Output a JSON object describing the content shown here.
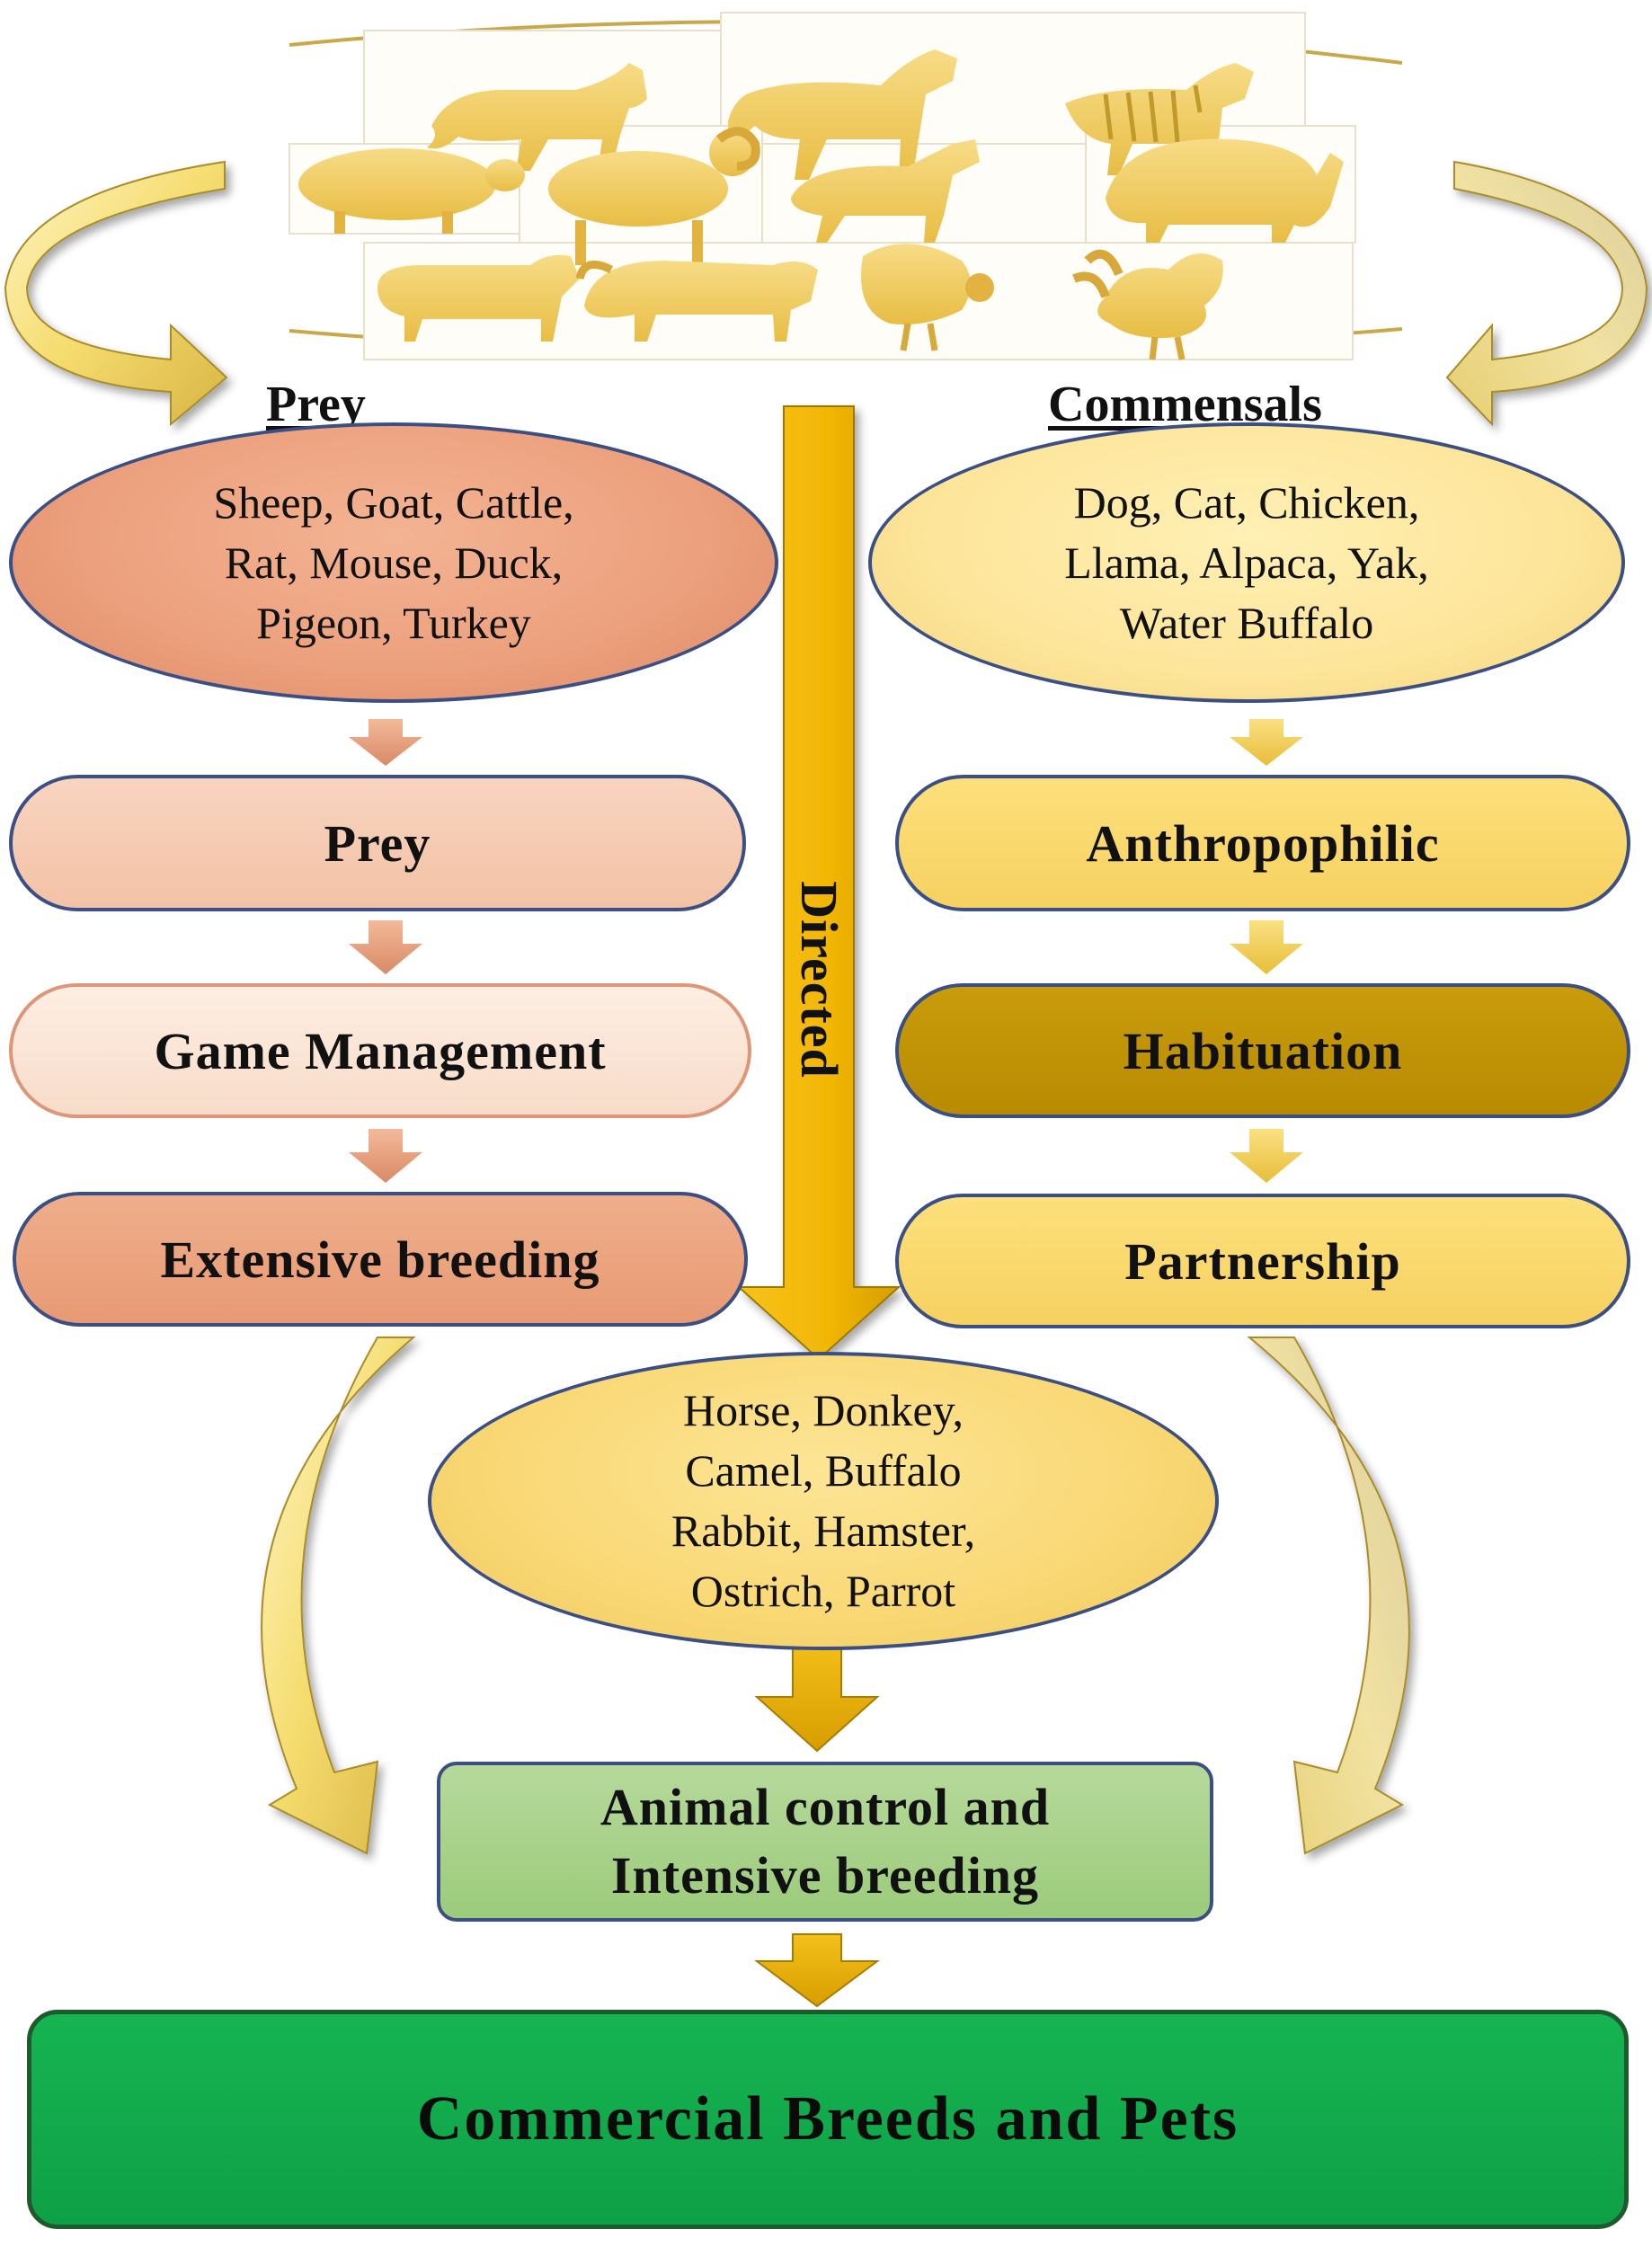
{
  "headings": {
    "prey": "Prey",
    "commensals": "Commensals"
  },
  "prey_path": {
    "species": [
      "Sheep, Goat, Cattle,",
      "Rat, Mouse, Duck,",
      "Pigeon, Turkey"
    ],
    "stages": [
      "Prey",
      "Game Management",
      "Extensive breeding"
    ]
  },
  "commensal_path": {
    "species": [
      "Dog, Cat, Chicken,",
      "Llama, Alpaca, Yak,",
      "Water Buffalo"
    ],
    "stages": [
      "Anthropophilic",
      "Habituation",
      "Partnership"
    ]
  },
  "directed_path": {
    "label": "Directed",
    "species": [
      "Horse, Donkey,",
      "Camel, Buffalo",
      "Rabbit, Hamster,",
      "Ostrich, Parrot"
    ]
  },
  "outcome": {
    "control": [
      "Animal control and",
      "Intensive breeding"
    ],
    "final": "Commercial Breeds and Pets"
  },
  "illustration": {
    "animals": [
      "wolf",
      "horse",
      "zebra",
      "sheep",
      "ram",
      "goat",
      "yak",
      "cattle",
      "buffalo",
      "turkey",
      "rooster"
    ]
  },
  "colors": {
    "prey_species": "#ec9f7c",
    "prey_stage": "#f3c2a6",
    "game_stage": "#f8dcc9",
    "commensal_species": "#fde59a",
    "commensal_stage": "#f6d160",
    "habituation": "#b88b02",
    "directed_arrow": "#f2b705",
    "control": "#9ccb7b",
    "final": "#0ea046",
    "border": "#3b4f85"
  }
}
